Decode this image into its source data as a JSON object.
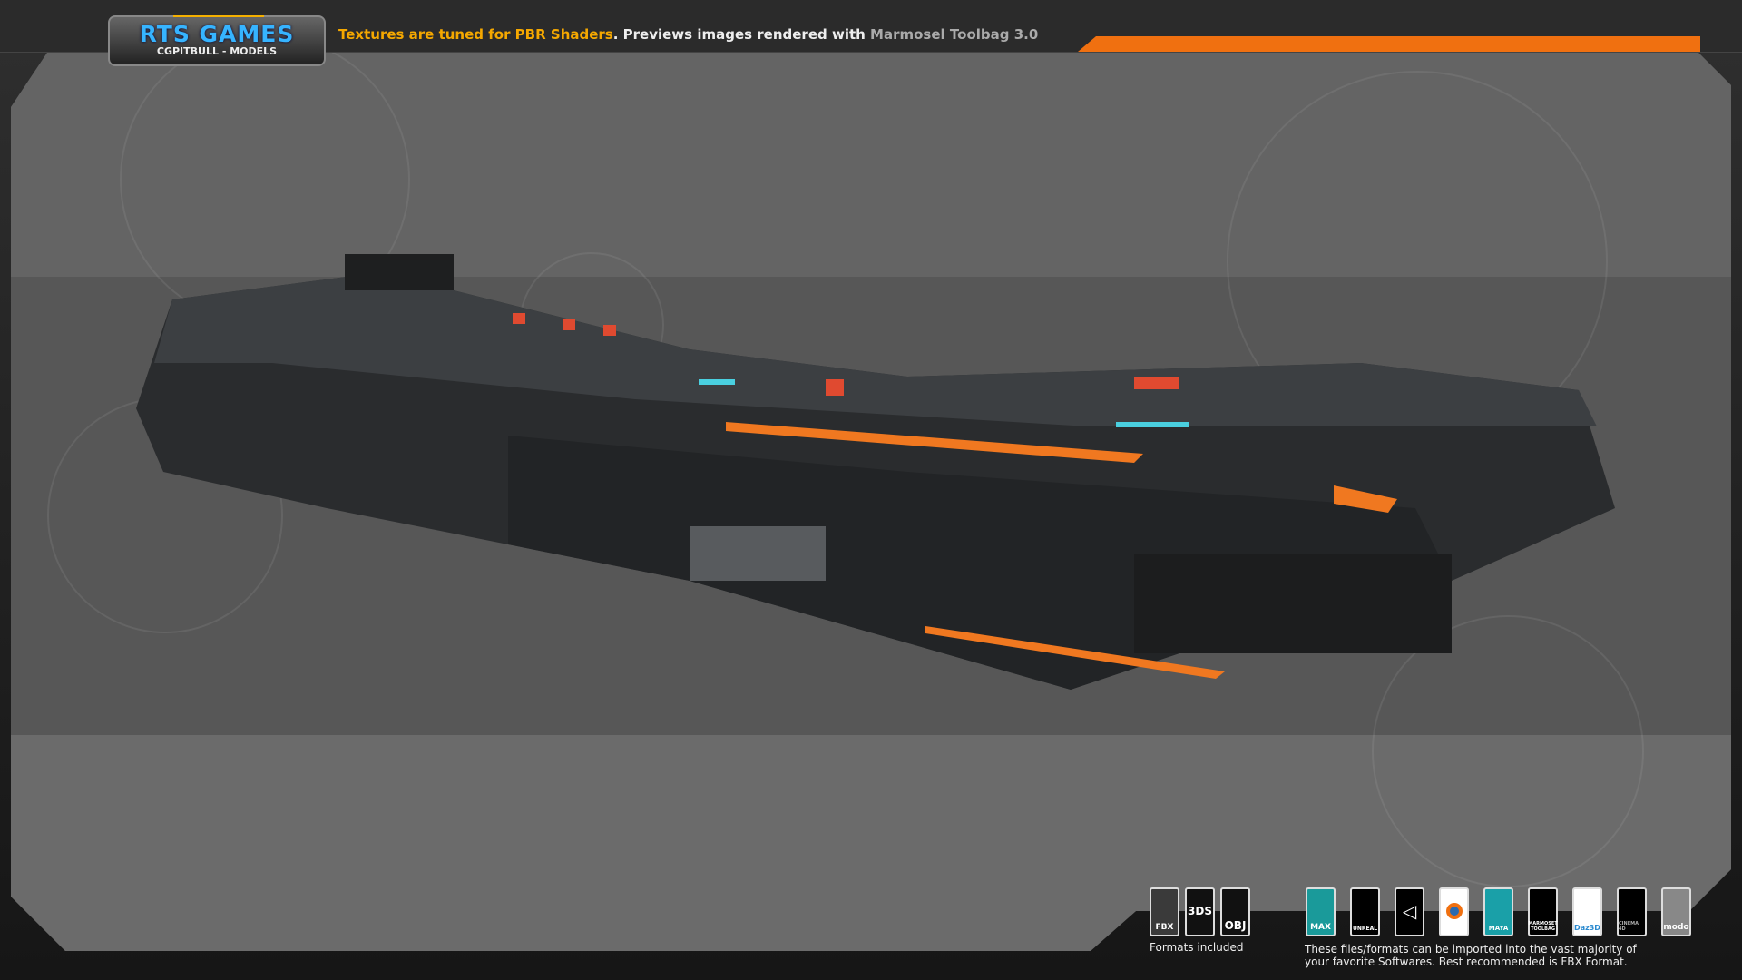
{
  "logo": {
    "title": "RTS GAMES",
    "subtitle": "CGPITBULL - MODELS"
  },
  "header": {
    "part1": "Textures are tuned for PBR Shaders",
    "part2": ". Previews images rendered with ",
    "part3": "Marmosel Toolbag 3.0"
  },
  "colors": {
    "accent": "#f07010",
    "highlight": "#f5a800",
    "logo_blue": "#36b4ff"
  },
  "formats": {
    "items": [
      {
        "label": "FBX",
        "icon": "fbx-icon"
      },
      {
        "label": "3DS",
        "icon": "3ds-icon"
      },
      {
        "label": "OBJ",
        "icon": "obj-icon"
      }
    ],
    "caption": "Formats included"
  },
  "software": {
    "items": [
      {
        "label": "MAX",
        "icon": "3ds-max-icon",
        "color": "#1a9a9a"
      },
      {
        "label": "UNREAL",
        "icon": "unreal-engine-icon",
        "color": "#000000"
      },
      {
        "label": "",
        "icon": "unity-icon",
        "color": "#000000"
      },
      {
        "label": "",
        "icon": "blender-icon",
        "color": "#ffffff"
      },
      {
        "label": "MAYA",
        "icon": "maya-icon",
        "color": "#1aa0a8"
      },
      {
        "label": "MARMOSET TOOLBAG",
        "icon": "marmoset-icon",
        "color": "#000000"
      },
      {
        "label": "Daz3D",
        "icon": "daz3d-icon",
        "color": "#ffffff"
      },
      {
        "label": "CINEMA 4D",
        "icon": "cinema4d-icon",
        "color": "#000000"
      },
      {
        "label": "modo",
        "icon": "modo-icon",
        "color": "#888888"
      }
    ],
    "caption_line1": "These files/formats can be imported into the vast majority of",
    "caption_line2": "your favorite Softwares. Best recommended is FBX Format."
  }
}
